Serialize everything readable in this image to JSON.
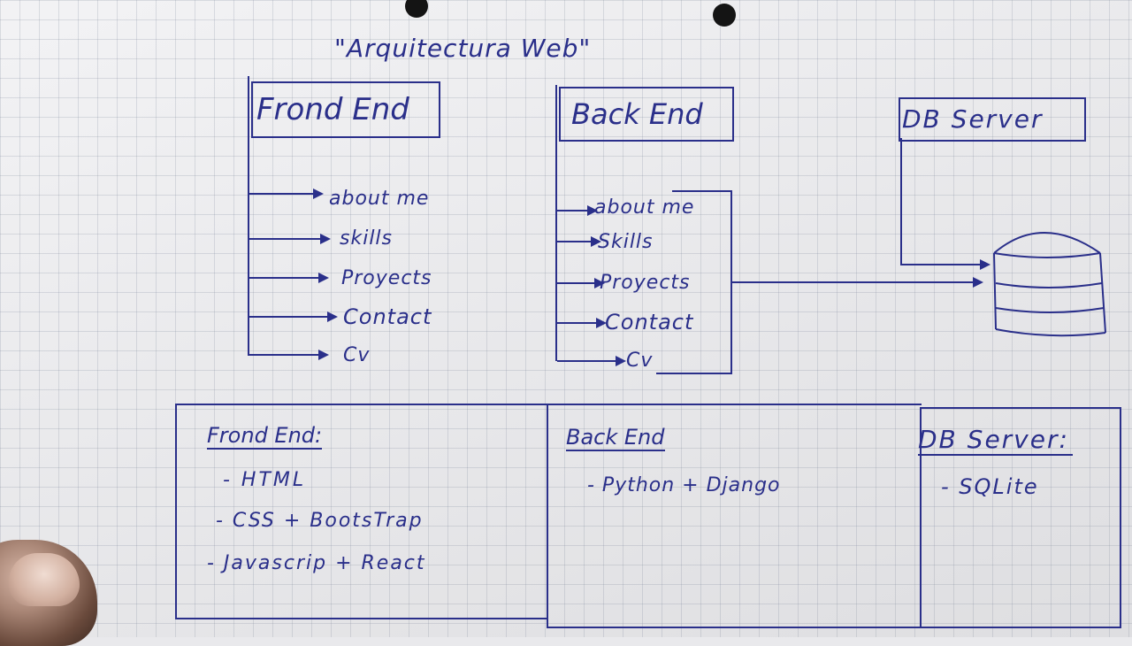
{
  "title": "\"Arquitectura Web\"",
  "frontend": {
    "header": "Frond End",
    "items": [
      "about me",
      "skills",
      "Proyects",
      "Contact",
      "Cv"
    ]
  },
  "backend": {
    "header": "Back End",
    "items": [
      "about me",
      "Skills",
      "Proyects",
      "Contact",
      "Cv"
    ]
  },
  "dbserver": {
    "header": "DB Server"
  },
  "table": {
    "frontend": {
      "header": "Frond End:",
      "items": [
        "- HTML",
        "- CSS + BootsTrap",
        "- Javascrip + React"
      ]
    },
    "backend": {
      "header": "Back End",
      "items": [
        "- Python + Django"
      ]
    },
    "dbserver": {
      "header": "DB Server:",
      "items": [
        "- SQLite"
      ]
    }
  },
  "colors": {
    "ink": "#2a2f8a",
    "paper": "#ececef"
  }
}
